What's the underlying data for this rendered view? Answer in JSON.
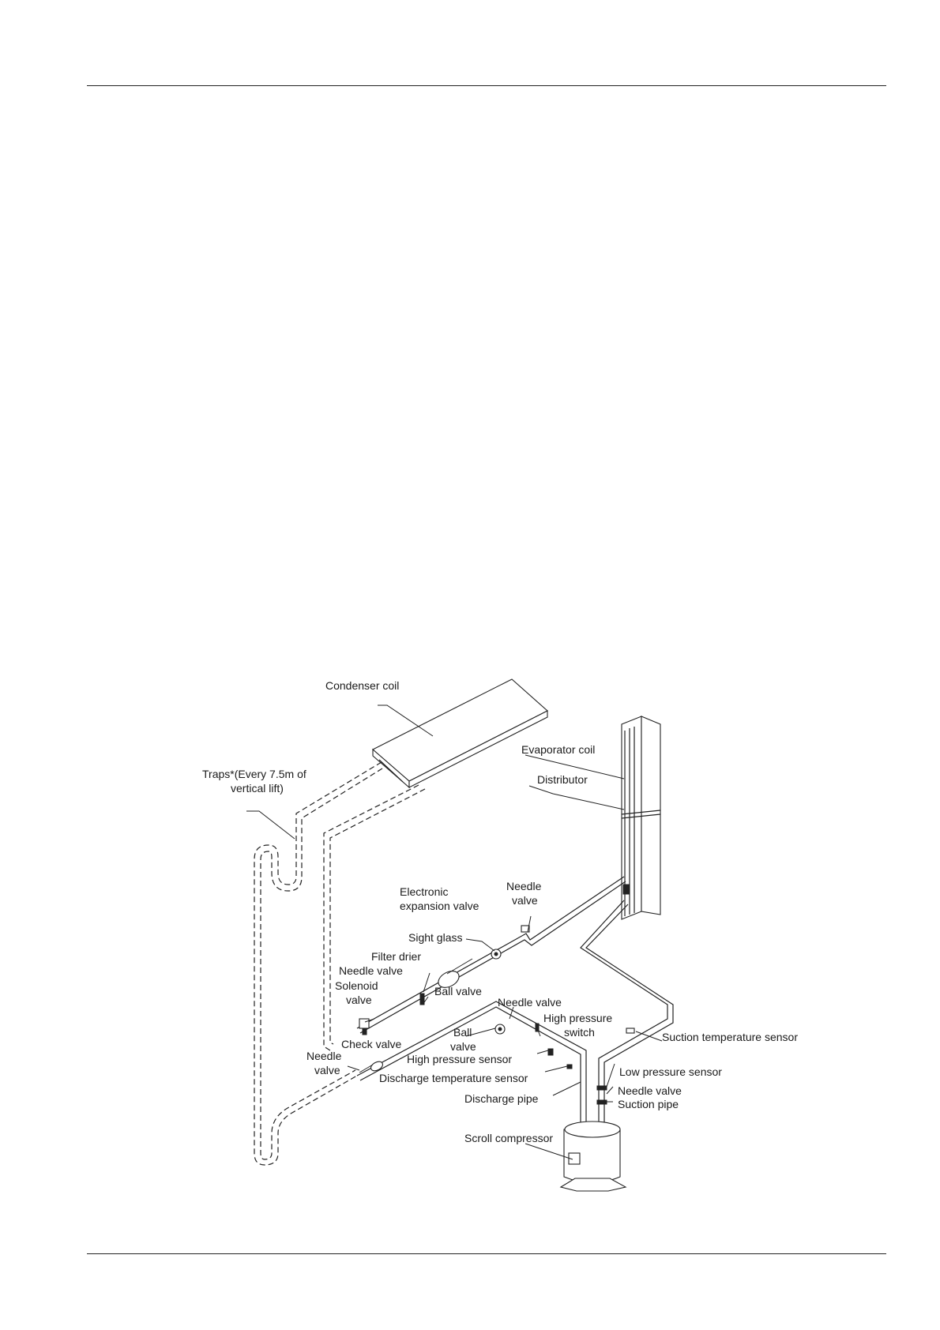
{
  "labels": {
    "condenser_coil": "Condenser coil",
    "traps_l1": "Traps*(Every 7.5m of",
    "traps_l2": "vertical lift)",
    "evaporator_coil": "Evaporator coil",
    "distributor": "Distributor",
    "electronic_l1": "Electronic",
    "electronic_l2": "expansion valve",
    "needle_valve_top_l1": "Needle",
    "needle_valve_top_l2": "valve",
    "sight_glass": "Sight glass",
    "filter_drier": "Filter drier",
    "needle_valve_liquid": "Needle valve",
    "solenoid_l1": "Solenoid",
    "solenoid_l2": "valve",
    "ball_valve_liquid": "Ball valve",
    "needle_valve_discharge": "Needle valve",
    "high_pressure_l1": "High pressure",
    "high_pressure_l2": "switch",
    "suction_temperature_sensor": "Suction temperature sensor",
    "ball_l1": "Ball",
    "ball_l2": "valve",
    "check_valve": "Check valve",
    "needle_left_l1": "Needle",
    "needle_left_l2": "valve",
    "high_pressure_sensor": "High pressure sensor",
    "discharge_temperature_sensor": "Discharge temperature sensor",
    "low_pressure_sensor": "Low pressure sensor",
    "needle_valve_suction": "Needle valve",
    "suction_pipe": "Suction pipe",
    "discharge_pipe": "Discharge pipe",
    "scroll_compressor": "Scroll compressor"
  }
}
